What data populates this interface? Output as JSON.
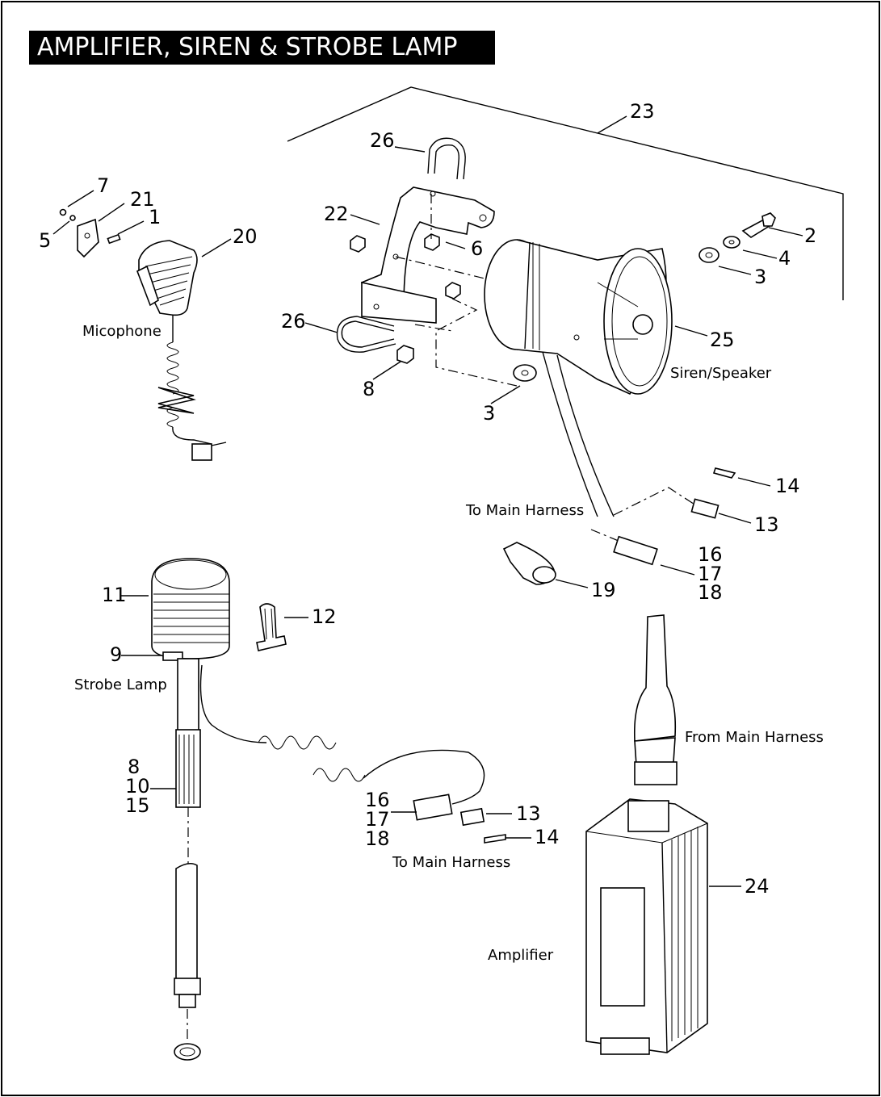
{
  "title": "AMPLIFIER, SIREN & STROBE LAMP",
  "labels": {
    "microphone": "Micophone",
    "siren_speaker": "Siren/Speaker",
    "strobe_lamp": "Strobe Lamp",
    "to_main_harness_upper": "To Main Harness",
    "to_main_harness_lower": "To Main Harness",
    "from_main_harness": "From Main Harness",
    "amplifier": "Amplifier"
  },
  "callouts": {
    "n23": "23",
    "n26a": "26",
    "n22": "22",
    "n6": "6",
    "n2": "2",
    "n4": "4",
    "n3a": "3",
    "n26b": "26",
    "n8a": "8",
    "n3b": "3",
    "n25": "25",
    "n7": "7",
    "n21": "21",
    "n1": "1",
    "n5": "5",
    "n20": "20",
    "n14a": "14",
    "n13a": "13",
    "n16a": "16",
    "n17a": "17",
    "n18a": "18",
    "n19": "19",
    "n11": "11",
    "n9": "9",
    "n12": "12",
    "n8b": "8",
    "n10": "10",
    "n15": "15",
    "n16b": "16",
    "n17b": "17",
    "n18b": "18",
    "n13b": "13",
    "n14b": "14",
    "n24": "24"
  }
}
